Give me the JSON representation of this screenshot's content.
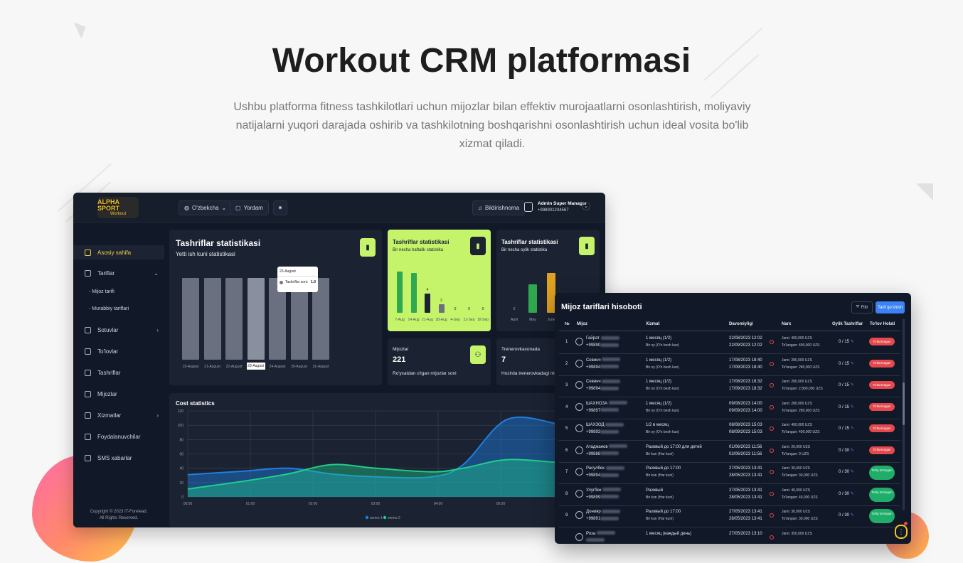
{
  "hero": {
    "title": "Workout CRM platformasi",
    "subtitle": "Ushbu platforma fitness tashkilotlari uchun mijozlar bilan effektiv murojaatlarni osonlashtirish, moliyaviy natijalarni yuqori darajada oshirib va tashkilotning boshqarishni osonlashtirish uchun ideal vosita bo'lib xizmat qiladi."
  },
  "topbar": {
    "logo_line1": "ALPHA SPORT",
    "logo_line2": "Workout",
    "language": "O'zbekcha",
    "help": "Yordam",
    "notifications": "Bildirishnoma",
    "user_name": "Admin Super Manager",
    "user_phone": "+998901234567"
  },
  "sidebar": {
    "items": [
      {
        "label": "Asosiy sahifa",
        "icon": "home-icon",
        "active": true
      },
      {
        "label": "Tariflar",
        "icon": "tag-icon"
      },
      {
        "label": "Sotuvlar",
        "icon": "cart-icon"
      },
      {
        "label": "To'lovlar",
        "icon": "money-icon"
      },
      {
        "label": "Tashriflar",
        "icon": "footsteps-icon"
      },
      {
        "label": "Mijozlar",
        "icon": "users-icon"
      },
      {
        "label": "Xizmatlar",
        "icon": "folder-icon"
      },
      {
        "label": "Foydalanuvchilar",
        "icon": "user-list-icon"
      },
      {
        "label": "SMS xabarlar",
        "icon": "message-icon"
      }
    ],
    "subitems": [
      "- Mijoz tarifi",
      "- Murabbiy tariflari"
    ],
    "copyright": "Copyright © 2023 IT-Forelead.",
    "rights": "All Rights Reserved."
  },
  "weekly_card": {
    "title": "Tashriflar statistikasi",
    "subtitle": "Yetti ish kuni statistikasi",
    "tooltip_date": "23-August",
    "tooltip_label": "Tashriflar soni:",
    "tooltip_value": "1.0"
  },
  "chart_weekly": {
    "type": "bar",
    "categories": [
      "19-August",
      "21-August",
      "22-August",
      "23-August",
      "24-August",
      "29-August",
      "31-August"
    ],
    "values": [
      1,
      1,
      1,
      1,
      1,
      1,
      1
    ],
    "ylim": [
      0,
      1
    ]
  },
  "green_card": {
    "title": "Tashriflar statistikasi",
    "subtitle": "Bir necha haftalik statistika"
  },
  "chart_green": {
    "type": "bar",
    "categories": [
      "7-Aug",
      "14-Aug",
      "21-Aug",
      "28-Aug",
      "4-Sep",
      "11-Sep",
      "18-Sep"
    ],
    "values": [
      null,
      null,
      4,
      2,
      0,
      0,
      0
    ],
    "data_labels": [
      "",
      "",
      "4",
      "2",
      "0",
      "0",
      "0"
    ]
  },
  "monthly_card": {
    "title": "Tashriflar statistikasi",
    "subtitle": "Bir necha oylik statistika"
  },
  "chart_monthly": {
    "type": "bar",
    "categories": [
      "April",
      "May",
      "June"
    ],
    "data_labels": [
      "0",
      "",
      ""
    ]
  },
  "clients_card": {
    "label": "Mijozlar",
    "value": "221",
    "note": "Ro'yxatdan o'tgan mijozlar soni"
  },
  "trainers_card": {
    "label": "Trenerovkaxonada",
    "value": "7",
    "note": "Hozirda trenerovkadagi mi"
  },
  "cost_card": {
    "title": "Cost statistics"
  },
  "chart_data": {
    "type": "area",
    "x": [
      "00:00",
      "01:00",
      "02:00",
      "03:00",
      "04:00",
      "05:00"
    ],
    "ylim": [
      0,
      120
    ],
    "yticks": [
      0,
      20,
      40,
      60,
      80,
      100,
      120
    ],
    "series": [
      {
        "name": "series-1",
        "color": "#1d7fe0",
        "values": [
          31,
          36,
          40,
          32,
          28,
          28,
          45,
          108,
          102
        ]
      },
      {
        "name": "series-2",
        "color": "#1fcf8a",
        "values": [
          11,
          22,
          32,
          45,
          40,
          35,
          40,
          52,
          48
        ]
      }
    ],
    "series_x": [
      0,
      0.9,
      1.6,
      2.3,
      3.0,
      3.9,
      4.4,
      5.1,
      5.9
    ]
  },
  "report": {
    "title": "Mijoz tariflari hisoboti",
    "filter": "Filtr",
    "add": "Tarif qo'shish",
    "headers": [
      "№",
      "Mijoz",
      "Xizmat",
      "Davomiyligi",
      "Narx",
      "Oylik Tashriflar",
      "To'lov Holati"
    ],
    "rows": [
      {
        "n": "1",
        "name": "Гайрат",
        "phone": "+99890",
        "service": "1 месяц (1/2)",
        "service_sub": "Bir oy (O'n besh kun)",
        "d1": "22/08/2023 12:02",
        "d2": "22/09/2023 12:02",
        "p1": "Jami: 400,000 UZS",
        "p2": "To'langan: 400,000 UZS",
        "visits": "0 / 15",
        "status": "To'lanmagan",
        "paid": false
      },
      {
        "n": "2",
        "name": "Севинч",
        "phone": "+99894",
        "service": "1 месяц (1/2)",
        "service_sub": "Bir oy (O'n besh kun)",
        "d1": "17/08/2023 18:40",
        "d2": "17/09/2023 18:40",
        "p1": "Jami: 280,000 UZS",
        "p2": "To'langan: 280,000 UZS",
        "visits": "0 / 15",
        "status": "To'lanmagan",
        "paid": false
      },
      {
        "n": "3",
        "name": "Севинч",
        "phone": "+99894",
        "service": "1 месяц (1/2)",
        "service_sub": "Bir oy (O'n besh kun)",
        "d1": "17/08/2023 18:32",
        "d2": "17/09/2023 18:32",
        "p1": "Jami: 280,000 UZS",
        "p2": "To'langan: 2,800,000 UZS",
        "visits": "0 / 15",
        "status": "To'lanmagan",
        "paid": false
      },
      {
        "n": "4",
        "name": "ШАХНОЗА",
        "phone": "+99897",
        "service": "1 месяц (1/2)",
        "service_sub": "Bir oy (O'n besh kun)",
        "d1": "09/08/2023 14:00",
        "d2": "09/09/2023 14:00",
        "p1": "Jami: 280,000 UZS",
        "p2": "To'langan: 280,000 UZS",
        "visits": "0 / 15",
        "status": "To'lanmagan",
        "paid": false
      },
      {
        "n": "5",
        "name": "ШАХЗОД",
        "phone": "+99893",
        "service": "1/2 в месяц",
        "service_sub": "Bir oy (O'n besh kun)",
        "d1": "08/08/2023 15:03",
        "d2": "08/09/2023 15:03",
        "p1": "Jami: 400,000 UZS",
        "p2": "To'langan: 400,000 UZS",
        "visits": "0 / 15",
        "status": "To'lanmagan",
        "paid": false
      },
      {
        "n": "6",
        "name": "Атаджанов",
        "phone": "+99888",
        "service": "Разовый до 17:00 для детей",
        "service_sub": "Bir kun (Har kuni)",
        "d1": "01/06/2023 11:56",
        "d2": "02/06/2023 11:56",
        "p1": "Jami: 20,000 UZS",
        "p2": "To'langan: 0 UZS",
        "visits": "0 / 30",
        "status": "To'lanmagan",
        "paid": false
      },
      {
        "n": "7",
        "name": "Расулбек",
        "phone": "+99894",
        "service": "Разовый до 17:00",
        "service_sub": "Bir kun (Har kuni)",
        "d1": "27/05/2023 13:41",
        "d2": "28/05/2023 13:41",
        "p1": "Jami: 30,000 UZS",
        "p2": "To'langan: 30,000 UZS",
        "visits": "0 / 30",
        "status": "To'liq to'langan",
        "paid": true
      },
      {
        "n": "8",
        "name": "Улугбек",
        "phone": "+99899",
        "service": "Разовый",
        "service_sub": "Bir kun (Har kuni)",
        "d1": "27/05/2023 13:41",
        "d2": "28/05/2023 13:41",
        "p1": "Jami: 40,000 UZS",
        "p2": "To'langan: 40,000 UZS",
        "visits": "0 / 30",
        "status": "To'liq to'langan",
        "paid": true
      },
      {
        "n": "9",
        "name": "Донияр",
        "phone": "+99891",
        "service": "Разовый до 17:00",
        "service_sub": "Bir kun (Har kuni)",
        "d1": "27/05/2023 13:41",
        "d2": "28/05/2023 13:41",
        "p1": "Jami: 30,000 UZS",
        "p2": "To'langan: 30,000 UZS",
        "visits": "0 / 30",
        "status": "To'liq to'langan",
        "paid": true
      },
      {
        "n": "",
        "name": "Роза",
        "phone": "",
        "service": "1 месяц (каждый день)",
        "service_sub": "",
        "d1": "27/05/2023 13:10",
        "d2": "",
        "p1": "Jami: 350,000 UZS",
        "p2": "",
        "visits": "",
        "status": "",
        "paid": true
      }
    ]
  },
  "colors": {
    "accent": "#c5f36a",
    "panel": "#1b2232",
    "bg": "#111827",
    "yellow": "#f2d04a"
  }
}
